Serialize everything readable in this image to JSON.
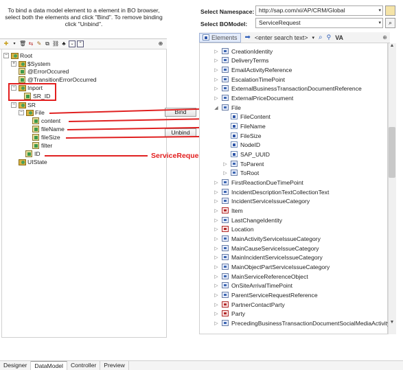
{
  "instructions": "To bind a data model element to a element in BO browser, select both the elements and click \"Bind\". To remove binding click \"Unbind\".",
  "left_tree": {
    "root": "Root",
    "system": "$System",
    "error_occurred": "@ErrorOccured",
    "transition_error": "@TransitionErrorOccurred",
    "inport": "Inport",
    "sr_id": "SR_ID",
    "sr": "SR",
    "file": "File",
    "content": "content",
    "file_name": "fileName",
    "file_size": "fileSize",
    "filter": "filter",
    "id": "ID",
    "ui_state": "UIState"
  },
  "buttons": {
    "bind": "Bind",
    "unbind": "Unbind"
  },
  "annotation": "ServiceRequest - ID",
  "namespace": {
    "label": "Select Namespace:",
    "value": "http://sap.com/xi/AP/CRM/Global"
  },
  "bomodel": {
    "label": "Select BOModel:",
    "value": "ServiceRequest"
  },
  "right_toolbar": {
    "elements_label": "Elements",
    "search_placeholder": "<enter search text>",
    "va": "VA"
  },
  "right_tree": [
    "CreationIdentity",
    "DeliveryTerms",
    "EmailActivityReference",
    "EscalationTimePoint",
    "ExternalBusinessTransactionDocumentReference",
    "ExternalPriceDocument",
    "File",
    "FileContent",
    "FileName",
    "FileSize",
    "NodeID",
    "SAP_UUID",
    "ToParent",
    "ToRoot",
    "FirstReactionDueTimePoint",
    "IncidentDescriptionTextCollectionText",
    "IncidentServiceIssueCategory",
    "Item",
    "LastChangeIdentity",
    "Location",
    "MainActivityServiceIssueCategory",
    "MainCauseServiceIssueCategory",
    "MainIncidentServiceIssueCategory",
    "MainObjectPartServiceIssueCategory",
    "MainServiceReferenceObject",
    "OnSiteArrivalTimePoint",
    "ParentServiceRequestReference",
    "PartnerContactParty",
    "Party",
    "PrecedingBusinessTransactionDocumentSocialMediaActivityPr"
  ],
  "tabs": [
    "Designer",
    "DataModel",
    "Controller",
    "Preview"
  ]
}
